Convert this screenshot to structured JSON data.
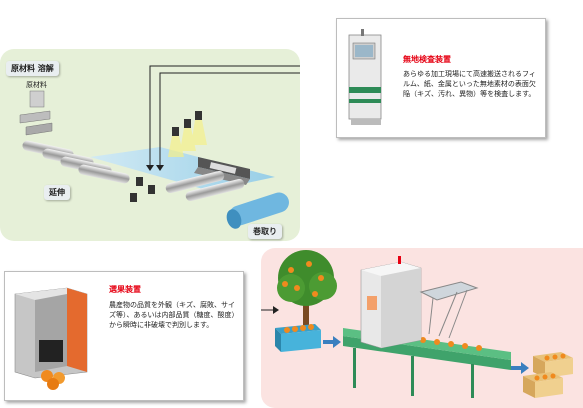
{
  "inspection_section": {
    "tag_material_dissolve": "原材料 溶解",
    "label_raw_material": "原材料",
    "tag_stretch": "延伸",
    "tag_winding": "巻取り"
  },
  "inspection_callout": {
    "title": "無地検査装置",
    "description": "あらゆる加工現場にて高速搬送されるフィルム、紙、金属といった無地素材の表面欠陥（キズ、汚れ、異物）等を検査します。"
  },
  "sorting_callout": {
    "title": "選果装置",
    "description": "農産物の品質を外観（キズ、腐敗、サイズ等）、あるいは内部品質（糖度、酸度）から瞬時に非破壊で判別します。"
  },
  "colors": {
    "title_red": "#e60012",
    "panel_green": "#e6f0d8",
    "panel_pink": "#fbe3e1",
    "film_blue": "#a8d8f0",
    "machine_green": "#2e8b57"
  }
}
